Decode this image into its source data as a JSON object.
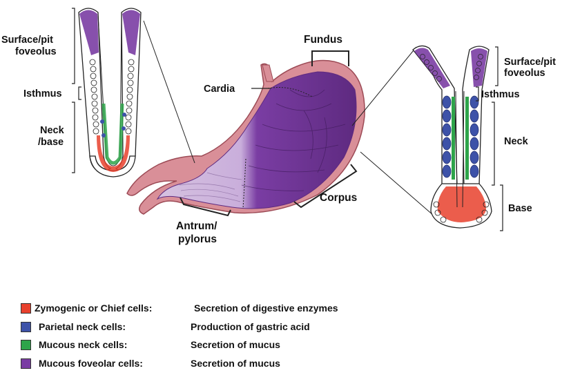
{
  "colors": {
    "zymogenic": "#e8412d",
    "parietal": "#3d52a8",
    "mucous_neck": "#2ea44a",
    "foveolar": "#7a3da3",
    "stomach_body": "#6a2e8a",
    "antrum": "#c2a9d1",
    "wall": "#d98f98",
    "wall_edge": "#9c4a55"
  },
  "stomach": {
    "fundus": "Fundus",
    "cardia": "Cardia",
    "corpus": "Corpus",
    "antrum_line1": "Antrum/",
    "antrum_line2": "pylorus"
  },
  "left_gland": {
    "surface_line1": "Surface/pit",
    "surface_line2": "foveolus",
    "isthmus": "Isthmus",
    "neck_line1": "Neck",
    "neck_line2": "/base"
  },
  "right_gland": {
    "surface_line1": "Surface/pit",
    "surface_line2": "foveolus",
    "isthmus": "Isthmus",
    "neck": "Neck",
    "base": "Base"
  },
  "legend": [
    {
      "name": "Zymogenic or Chief cells:",
      "function": "Secretion of digestive enzymes",
      "color": "#e8412d"
    },
    {
      "name": "Parietal neck cells:",
      "function": "Production of gastric acid",
      "color": "#3d52a8"
    },
    {
      "name": "Mucous neck cells:",
      "function": "Secretion of mucus",
      "color": "#2ea44a"
    },
    {
      "name": "Mucous foveolar cells:",
      "function": "Secretion of mucus",
      "color": "#7a3da3"
    }
  ]
}
